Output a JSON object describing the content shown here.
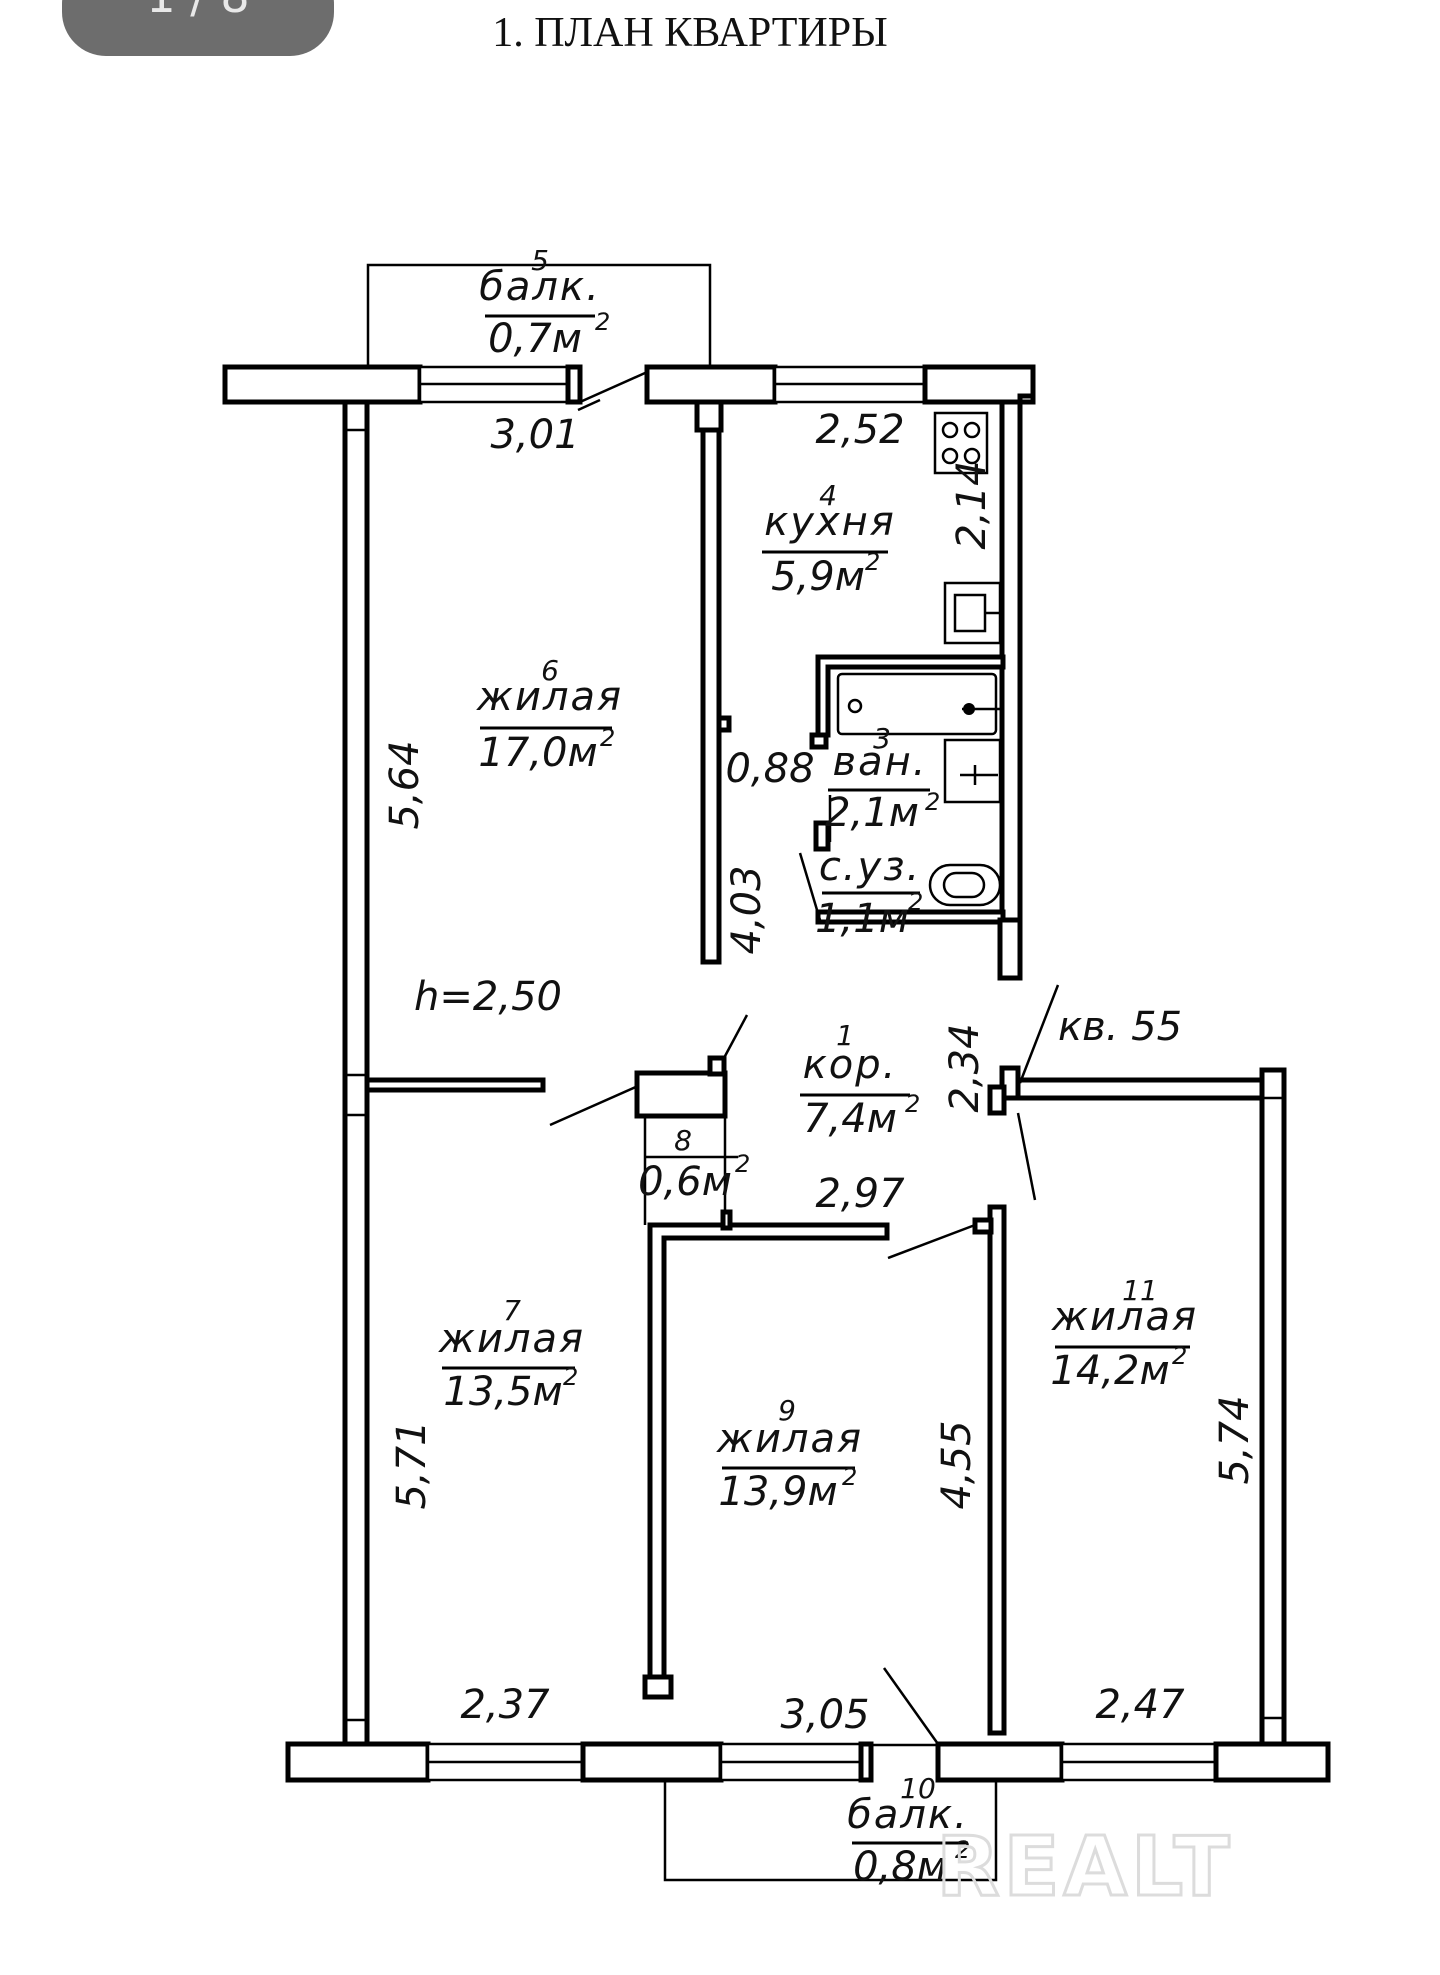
{
  "page_counter": "1 / 8",
  "title": "1. ПЛАН КВАРТИРЫ",
  "ceiling_height": "h=2,50",
  "neighbor_label": "кв.  55",
  "watermark": "REALT",
  "rooms": [
    {
      "number": "1",
      "name": "кор.",
      "area": "7,4м",
      "sup": "2"
    },
    {
      "number": "3",
      "name": "ван.",
      "area": "2,1м",
      "sup": "2"
    },
    {
      "number": "",
      "name": "с.уз.",
      "area": "1,1м",
      "sup": "2"
    },
    {
      "number": "4",
      "name": "кухня",
      "area": "5,9м",
      "sup": "2"
    },
    {
      "number": "5",
      "name": "балк.",
      "area": "0,7м",
      "sup": "2"
    },
    {
      "number": "6",
      "name": "жилая",
      "area": "17,0м",
      "sup": "2"
    },
    {
      "number": "7",
      "name": "жилая",
      "area": "13,5м",
      "sup": "2"
    },
    {
      "number": "8",
      "name": "",
      "area": "0,6м",
      "sup": "2"
    },
    {
      "number": "9",
      "name": "жилая",
      "area": "13,9м",
      "sup": "2"
    },
    {
      "number": "10",
      "name": "балк.",
      "area": "0,8м",
      "sup": "2"
    },
    {
      "number": "11",
      "name": "жилая",
      "area": "14,2м",
      "sup": "2"
    }
  ],
  "dimensions": {
    "d301": "3,01",
    "d252": "2,52",
    "d214": "2,14",
    "d564": "5,64",
    "d088": "0,88",
    "d403": "4,03",
    "d234": "2,34",
    "d297": "2,97",
    "d571": "5,71",
    "d455": "4,55",
    "d574": "5,74",
    "d237": "2,37",
    "d305": "3,05",
    "d247": "2,47"
  }
}
